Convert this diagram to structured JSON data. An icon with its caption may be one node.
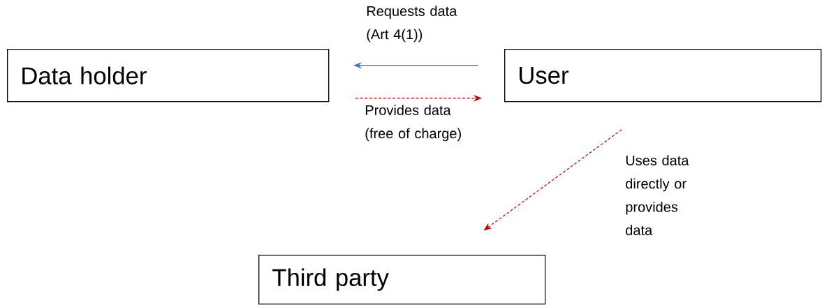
{
  "diagram": {
    "nodes": [
      {
        "text": [
          "Data holder"
        ]
      },
      {
        "text": [
          "User"
        ]
      },
      {
        "text": [
          "Third party"
        ]
      }
    ],
    "edges": [
      {
        "from": 1,
        "to": 0,
        "arrow": "to",
        "label": "Requests data (Art 4(1))",
        "color": "#4472c4"
      },
      {
        "from": 0,
        "to": 1,
        "arrow": "to",
        "label": "Provides data (free of charge)",
        "style": "dashed"
      },
      {
        "from": 1,
        "to": 2,
        "arrow": "to",
        "label": "Uses data directly or provides data",
        "style": "dashed"
      }
    ]
  }
}
